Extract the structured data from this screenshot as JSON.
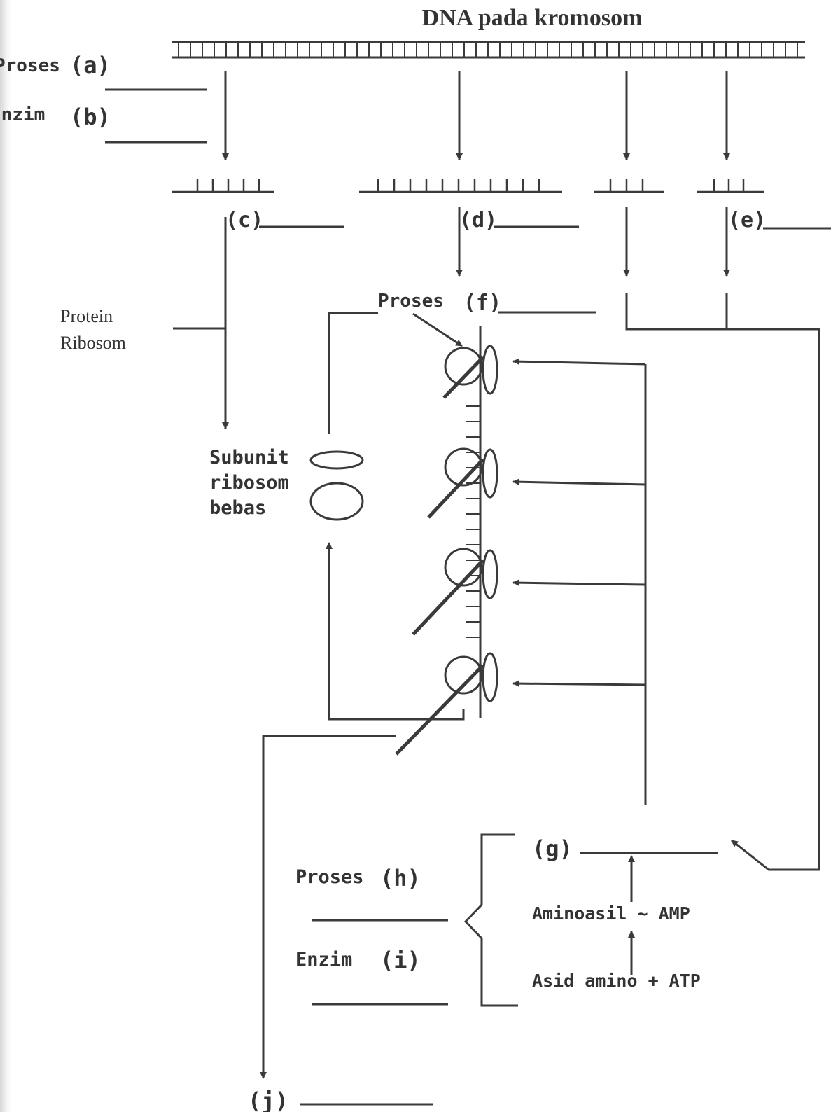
{
  "title": "DNA pada kromosom",
  "labels": {
    "proses_a": "Proses",
    "a": "(a)",
    "enzim_b": "Enzim",
    "b": "(b)",
    "c": "(c)",
    "d": "(d)",
    "e": "(e)",
    "proses_f": "Proses",
    "f": "(f)",
    "protein_ribosom_1": "Protein",
    "protein_ribosom_2": "Ribosom",
    "subunit_1": "Subunit",
    "subunit_2": "ribosom",
    "subunit_3": "bebas",
    "g": "(g)",
    "proses_h": "Proses",
    "h": "(h)",
    "enzim_i": "Enzim",
    "i": "(i)",
    "aminoasil": "Aminoasil ~ AMP",
    "asid_amino": "Asid amino + ATP",
    "j": "(j)"
  },
  "colors": {
    "line": "#3a3a3a",
    "text": "#333333"
  }
}
